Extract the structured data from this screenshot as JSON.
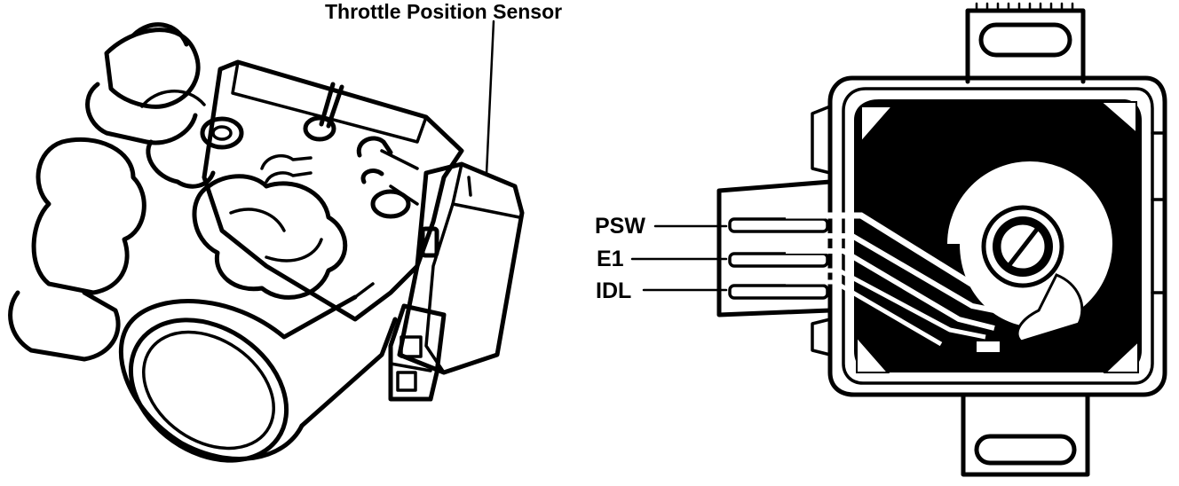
{
  "callout": {
    "sensor_label": "Throttle Position Sensor"
  },
  "terminals": {
    "psw": "PSW",
    "e1": "E1",
    "idl": "IDL"
  },
  "colors": {
    "ink": "#000000",
    "paper": "#ffffff"
  }
}
